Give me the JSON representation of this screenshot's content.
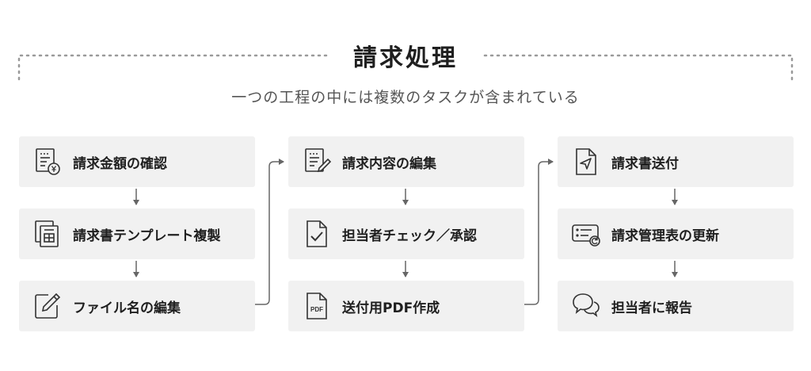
{
  "title": "請求処理",
  "subtitle": "一つの工程の中には複数のタスクが含まれている",
  "columns": [
    {
      "steps": [
        {
          "label": "請求金額の確認",
          "icon": "invoice-yen-icon"
        },
        {
          "label": "請求書テンプレート複製",
          "icon": "copy-document-icon"
        },
        {
          "label": "ファイル名の編集",
          "icon": "edit-pencil-icon"
        }
      ]
    },
    {
      "steps": [
        {
          "label": "請求内容の編集",
          "icon": "document-edit-icon"
        },
        {
          "label": "担当者チェック／承認",
          "icon": "document-check-icon"
        },
        {
          "label": "送付用PDF作成",
          "icon": "pdf-document-icon",
          "icon_text": "PDF"
        }
      ]
    },
    {
      "steps": [
        {
          "label": "請求書送付",
          "icon": "send-document-icon"
        },
        {
          "label": "請求管理表の更新",
          "icon": "list-refresh-icon"
        },
        {
          "label": "担当者に報告",
          "icon": "chat-bubbles-icon"
        }
      ]
    }
  ],
  "colors": {
    "card_bg": "#f1f1f1",
    "line": "#666666",
    "dotted": "#9a9a9a",
    "text": "#1f1f1f"
  }
}
